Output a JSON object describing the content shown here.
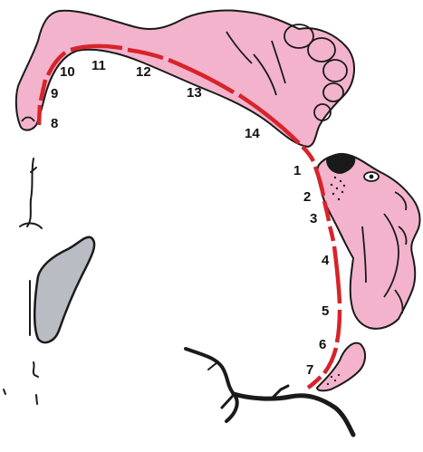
{
  "colors": {
    "skin": "#f3b3cc",
    "outline": "#1a1a1a",
    "stimulation_path": "#d8232a",
    "background": "#ffffff",
    "ventricle_fill": "#b9bcc2"
  },
  "segment_labels": {
    "s1": "1",
    "s2": "2",
    "s3": "3",
    "s4": "4",
    "s5": "5",
    "s6": "6",
    "s7": "7",
    "s8": "8",
    "s9": "9",
    "s10": "10",
    "s11": "11",
    "s12": "12",
    "s13": "13",
    "s14": "14"
  },
  "icons": {
    "leg": "leg-foot-icon",
    "face": "face-icon",
    "tongue": "tongue-icon"
  }
}
